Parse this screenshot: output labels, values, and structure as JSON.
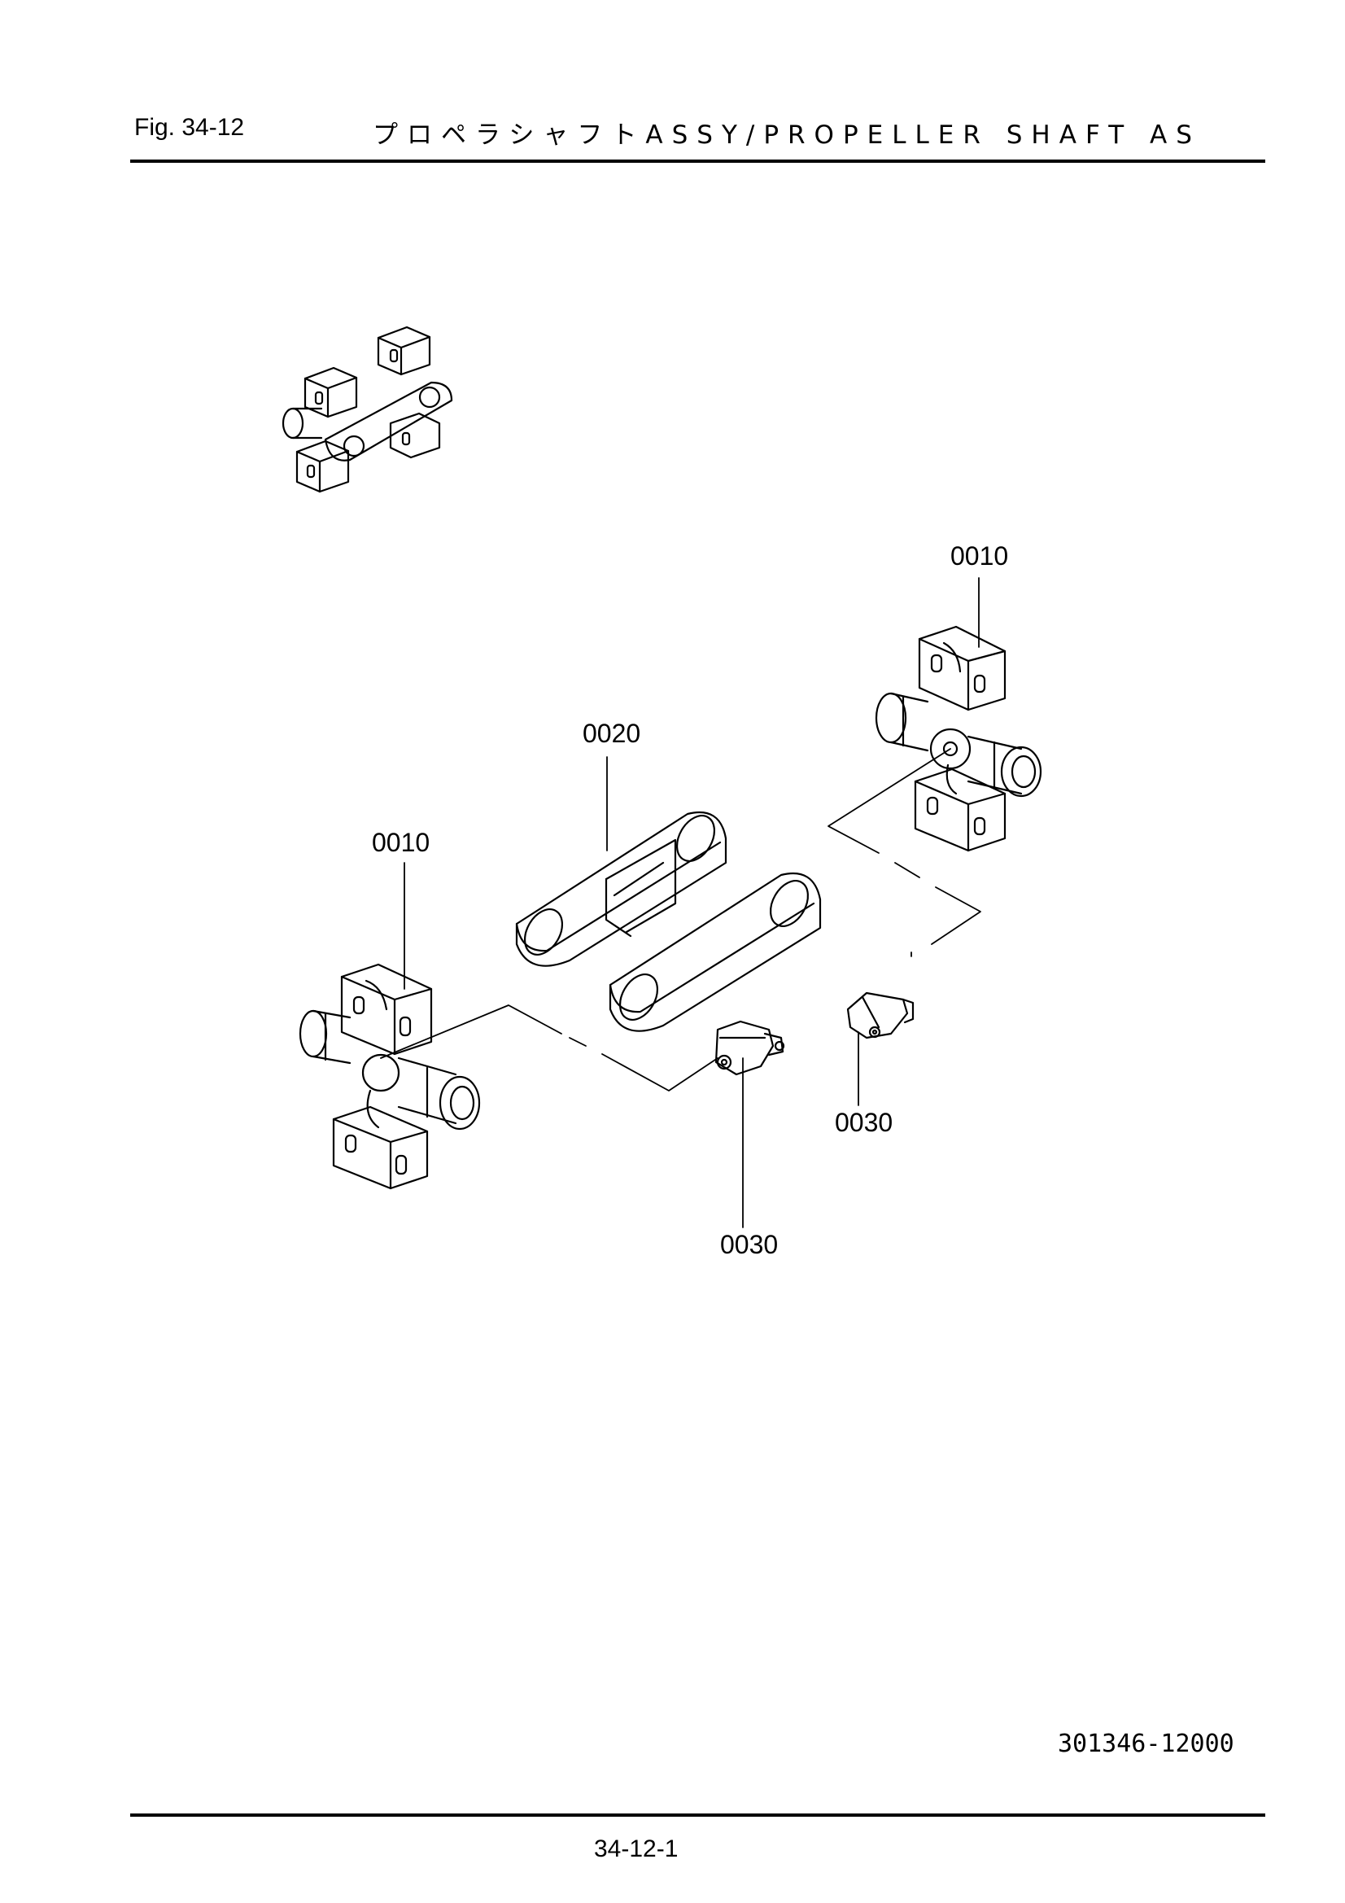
{
  "header": {
    "fig_label": "Fig. 34-12",
    "title": "プロペラシャフトASSY/PROPELLER SHAFT AS"
  },
  "callouts": {
    "c1": "0010",
    "c2": "0020",
    "c3": "0010",
    "c4": "0030",
    "c5": "0030"
  },
  "footer": {
    "drawing_number": "301346-12000",
    "page_number": "34-12-1"
  }
}
